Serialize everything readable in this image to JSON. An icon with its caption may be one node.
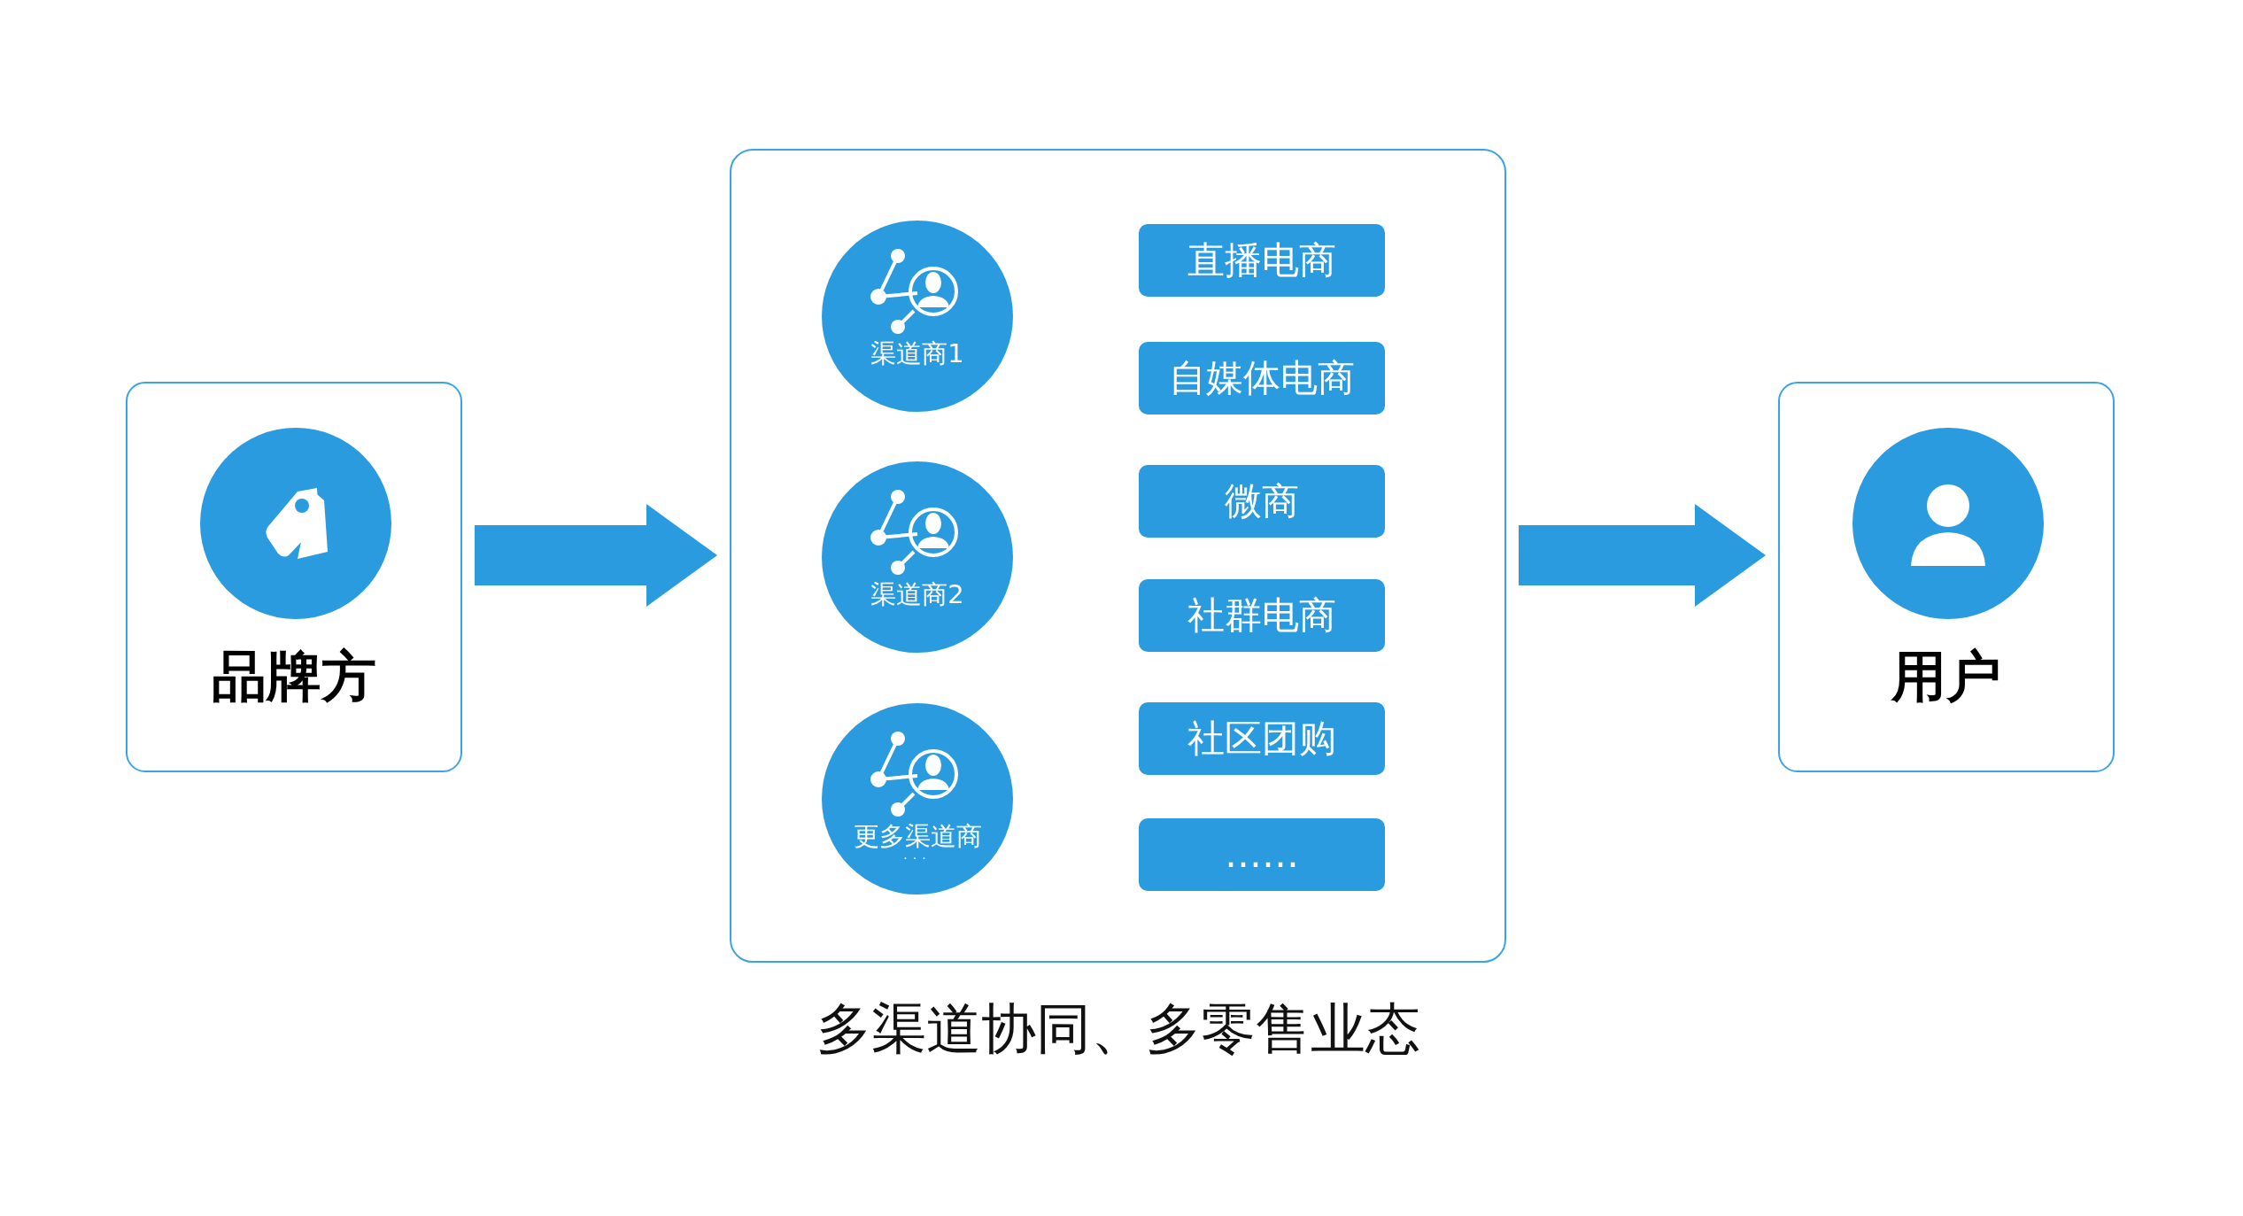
{
  "diagram": {
    "nodes": [
      {
        "text": [
          "品牌方"
        ]
      },
      {
        "text": [
          "多渠道协同、多零售业态"
        ]
      },
      {
        "text": [
          "渠道商1"
        ],
        "in": 1
      },
      {
        "text": [
          "渠道商2"
        ],
        "in": 1
      },
      {
        "text": [
          "更多渠道商",
          "···"
        ],
        "in": 1
      },
      {
        "text": [
          "直播电商"
        ],
        "in": 1
      },
      {
        "text": [
          "自媒体电商"
        ],
        "in": 1
      },
      {
        "text": [
          "微商"
        ],
        "in": 1
      },
      {
        "text": [
          "社群电商"
        ],
        "in": 1
      },
      {
        "text": [
          "社区团购"
        ],
        "in": 1
      },
      {
        "text": [
          "……"
        ],
        "in": 1
      },
      {
        "text": [
          "用户"
        ]
      }
    ],
    "edges": [
      {
        "from": 0,
        "to": 1,
        "arrow": "to",
        "style": "thick"
      },
      {
        "from": 1,
        "to": 11,
        "arrow": "to",
        "style": "thick"
      }
    ]
  }
}
